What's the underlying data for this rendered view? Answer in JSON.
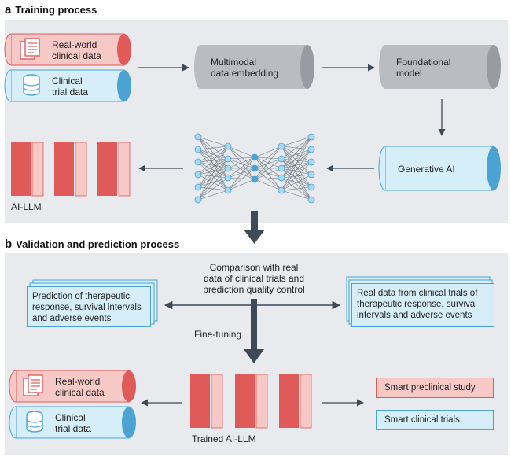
{
  "section_a": {
    "letter": "a",
    "title": "Training process"
  },
  "section_b": {
    "letter": "b",
    "title": "Validation and prediction process"
  },
  "colors": {
    "panel": "#e8eaed",
    "red": "#e05a5a",
    "red_light": "#f6c9c6",
    "blue": "#4aa3d3",
    "blue_light": "#d6eef8",
    "gray": "#b9bdc2",
    "arrow": "#3d4a58"
  },
  "training": {
    "realworld": [
      "Real-world",
      "clinical data"
    ],
    "clinical": [
      "Clinical",
      "trial data"
    ],
    "embedding": [
      "Multimodal",
      "data embedding"
    ],
    "foundational": [
      "Foundational",
      "model"
    ],
    "generative": "Generative AI",
    "llm_label": "AI-LLM"
  },
  "validation": {
    "comparison": [
      "Comparison with real",
      "data of clinical trials and",
      "prediction quality control"
    ],
    "prediction": [
      "Prediction of therapeutic",
      "response, survival intervals",
      "and adverse events"
    ],
    "realdata": [
      "Real data from clinical trials of",
      "therapeutic response, survival",
      "intervals and adverse events"
    ],
    "finetuning": "Fine-tuning",
    "realworld": [
      "Real-world",
      "clinical data"
    ],
    "clinical": [
      "Clinical",
      "trial data"
    ],
    "trained_label": "Trained AI-LLM",
    "smart_preclinical": "Smart preclinical study",
    "smart_clinical": "Smart clinical trials"
  }
}
